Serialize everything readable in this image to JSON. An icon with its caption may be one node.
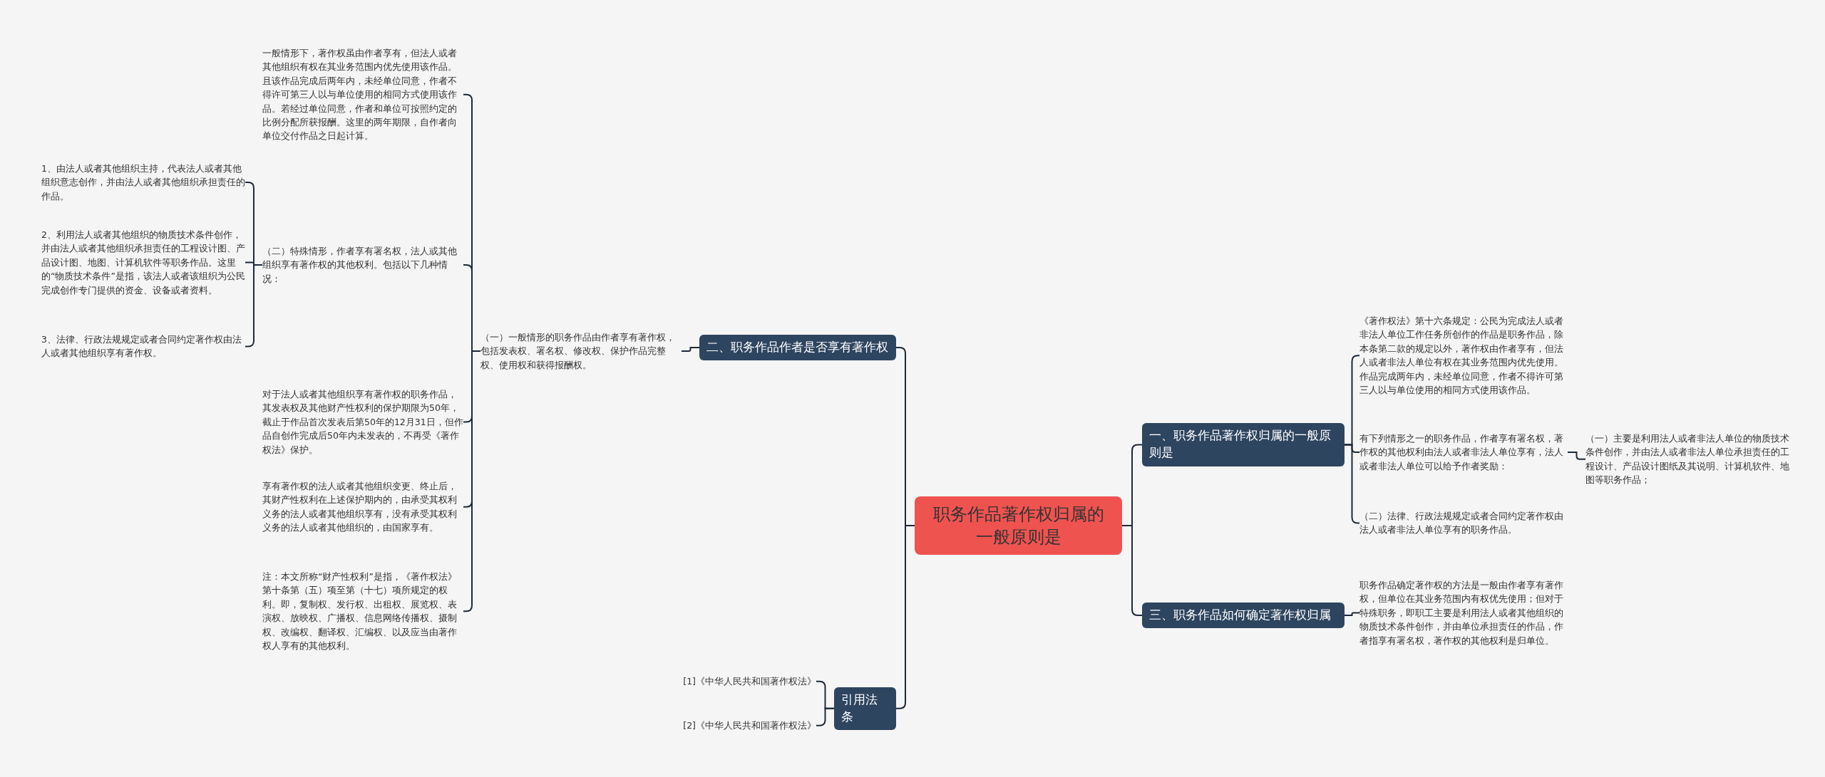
{
  "diagram": {
    "nodes": [
      {
        "text": [
          "职务作品著作权归属的一般原则是"
        ]
      },
      {
        "text": [
          "一、职务作品著作权归属的一般原则是"
        ]
      },
      {
        "text": [
          "《著作权法》第十六条规定：公民为完成法人或者非法人单位工作任务所创作的作品是职务作品，除本条第二款的规定以外，著作权由作者享有，但法人或者非法人单位有权在其业务范围内优先使用。作品完成两年内，未经单位同意，作者不得许可第三人以与单位使用的相同方式使用该作品。"
        ]
      },
      {
        "text": [
          "有下列情形之一的职务作品，作者享有署名权，著作权的其他权利由法人或者非法人单位享有，法人或者非法人单位可以给予作者奖励："
        ]
      },
      {
        "text": [
          "（一）主要是利用法人或者非法人单位的物质技术条件创作，并由法人或者非法人单位承担责任的工程设计、产品设计图纸及其说明、计算机软件、地图等职务作品；"
        ]
      },
      {
        "text": [
          "（二）法律、行政法规规定或者合同约定著作权由法人或者非法人单位享有的职务作品。"
        ]
      },
      {
        "text": [
          "三、职务作品如何确定著作权归属"
        ]
      },
      {
        "text": [
          "职务作品确定著作权的方法是一般由作者享有著作权，但单位在其业务范围内有权优先使用；但对于特殊职务，即职工主要是利用法人或者其他组织的物质技术条件创作，并由单位承担责任的作品，作者指享有署名权，著作权的其他权利是归单位。"
        ]
      },
      {
        "text": [
          "二、职务作品作者是否享有著作权"
        ]
      },
      {
        "text": [
          "（一）一般情形的职务作品由作者享有著作权，包括发表权、署名权、修改权、保护作品完整权、使用权和获得报酬权。"
        ]
      },
      {
        "text": [
          "一般情形下，著作权虽由作者享有，但法人或者其他组织有权在其业务范围内优先使用该作品。且该作品完成后两年内，未经单位同意，作者不得许可第三人以与单位使用的相同方式使用该作品。若经过单位同意，作者和单位可按照约定的比例分配所获报酬。这里的两年期限，自作者向单位交付作品之日起计算。"
        ]
      },
      {
        "text": [
          "（二）特殊情形，作者享有署名权，法人或其他组织享有著作权的其他权利。包括以下几种情况："
        ]
      },
      {
        "text": [
          "1、由法人或者其他组织主持，代表法人或者其他组织意志创作，并由法人或者其他组织承担责任的作品。"
        ]
      },
      {
        "text": [
          "2、利用法人或者其他组织的物质技术条件创作，并由法人或者其他组织承担责任的工程设计图、产品设计图、地图、计算机软件等职务作品。这里的“物质技术条件”是指，该法人或者该组织为公民完成创作专门提供的资金、设备或者资料。"
        ]
      },
      {
        "text": [
          "3、法律、行政法规规定或者合同约定著作权由法人或者其他组织享有著作权。"
        ]
      },
      {
        "text": [
          "对于法人或者其他组织享有著作权的职务作品，其发表权及其他财产性权利的保护期限为50年，截止于作品首次发表后第50年的12月31日，但作品自创作完成后50年内未发表的，不再受《著作权法》保护。"
        ]
      },
      {
        "text": [
          "享有著作权的法人或者其他组织变更、终止后，其财产性权利在上述保护期内的，由承受其权利义务的法人或者其他组织享有，没有承受其权利义务的法人或者其他组织的，由国家享有。"
        ]
      },
      {
        "text": [
          "注：本文所称“财产性权利”是指，《著作权法》第十条第（五）项至第（十七）项所规定的权利。即，复制权、发行权、出租权、展览权、表演权、放映权、广播权、信息网络传播权、摄制权、改编权、翻译权、汇编权、以及应当由著作权人享有的其他权利。"
        ]
      },
      {
        "text": [
          "引用法条"
        ]
      },
      {
        "text": [
          "[1]《中华人民共和国著作权法》"
        ]
      },
      {
        "text": [
          "[2]《中华人民共和国著作权法》"
        ]
      }
    ],
    "edges": [
      {
        "from": 0,
        "to": 1,
        "arrow": "none"
      },
      {
        "from": 0,
        "to": 6,
        "arrow": "none"
      },
      {
        "from": 0,
        "to": 8,
        "arrow": "none"
      },
      {
        "from": 0,
        "to": 18,
        "arrow": "none"
      },
      {
        "from": 1,
        "to": 2,
        "arrow": "none"
      },
      {
        "from": 1,
        "to": 3,
        "arrow": "none"
      },
      {
        "from": 1,
        "to": 5,
        "arrow": "none"
      },
      {
        "from": 3,
        "to": 4,
        "arrow": "none"
      },
      {
        "from": 6,
        "to": 7,
        "arrow": "none"
      },
      {
        "from": 8,
        "to": 9,
        "arrow": "none"
      },
      {
        "from": 9,
        "to": 10,
        "arrow": "none"
      },
      {
        "from": 9,
        "to": 11,
        "arrow": "none"
      },
      {
        "from": 9,
        "to": 15,
        "arrow": "none"
      },
      {
        "from": 9,
        "to": 16,
        "arrow": "none"
      },
      {
        "from": 9,
        "to": 17,
        "arrow": "none"
      },
      {
        "from": 11,
        "to": 12,
        "arrow": "none"
      },
      {
        "from": 11,
        "to": 13,
        "arrow": "none"
      },
      {
        "from": 11,
        "to": 14,
        "arrow": "none"
      },
      {
        "from": 18,
        "to": 19,
        "arrow": "none"
      },
      {
        "from": 18,
        "to": 20,
        "arrow": "none"
      }
    ]
  }
}
